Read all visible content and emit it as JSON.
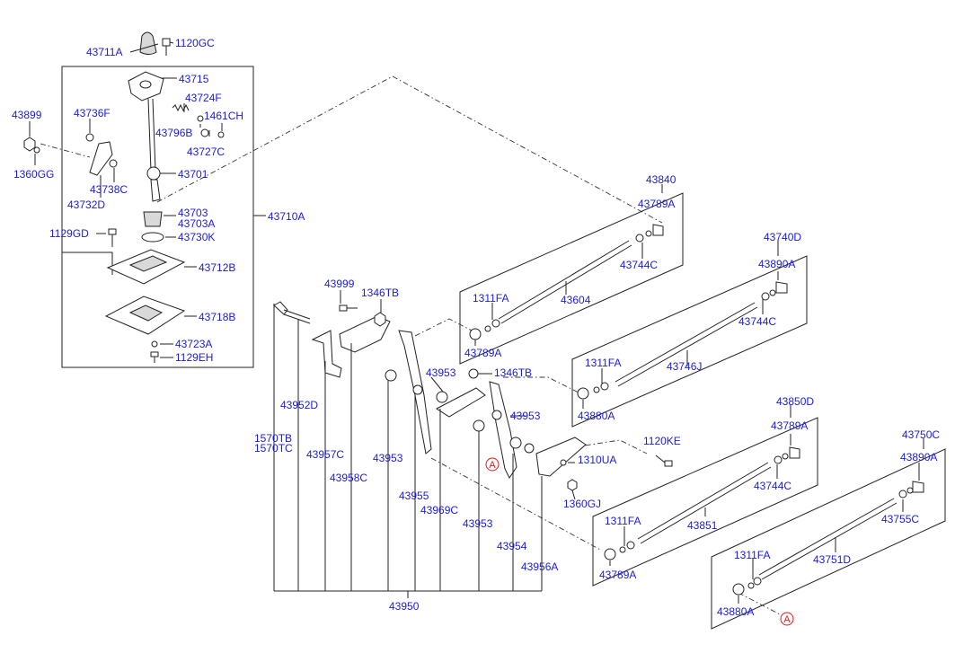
{
  "labels": {
    "p43711A": "43711A",
    "p1120GC": "1120GC",
    "p43715": "43715",
    "p43724F": "43724F",
    "p43899": "43899",
    "p43736F": "43736F",
    "p1461CH": "1461CH",
    "p43796B": "43796B",
    "p43727C": "43727C",
    "p1360GG": "1360GG",
    "p43701": "43701",
    "p43738C": "43738C",
    "p43732D": "43732D",
    "p43703": "43703",
    "p43703A": "43703A",
    "p43710A": "43710A",
    "p1129GD": "1129GD",
    "p43730K": "43730K",
    "p43712B": "43712B",
    "p43718B": "43718B",
    "p43723A": "43723A",
    "p1129EH": "1129EH",
    "p43840": "43840",
    "p43789A_1": "43789A",
    "p43744C_1": "43744C",
    "p1311FA_1": "1311FA",
    "p43604": "43604",
    "p43789A_2": "43789A",
    "p43740D": "43740D",
    "p43890A_1": "43890A",
    "p43744C_2": "43744C",
    "p1311FA_2": "1311FA",
    "p43746J": "43746J",
    "p43880A_1": "43880A",
    "p43999": "43999",
    "p1346TB_1": "1346TB",
    "p43953_1": "43953",
    "p1346TB_2": "1346TB",
    "p43953_2": "43953",
    "p43952D": "43952D",
    "p1570TB": "1570TB",
    "p1570TC": "1570TC",
    "p43957C": "43957C",
    "p43953_3": "43953",
    "p43958C": "43958C",
    "p43955": "43955",
    "p43969C": "43969C",
    "p43953_4": "43953",
    "p43954": "43954",
    "p43956A": "43956A",
    "p43950": "43950",
    "p1120KE": "1120KE",
    "p1310UA": "1310UA",
    "p1360GJ": "1360GJ",
    "p43850D": "43850D",
    "p43789A_3": "43789A",
    "p43744C_3": "43744C",
    "p1311FA_3": "1311FA",
    "p43851": "43851",
    "p43789A_4": "43789A",
    "p43750C": "43750C",
    "p43890A_2": "43890A",
    "p43755C": "43755C",
    "p1311FA_4": "1311FA",
    "p43751D": "43751D",
    "p43880A_2": "43880A",
    "refA_1": "A",
    "refA_2": "A"
  },
  "colors": {
    "label": "#1a1ae6",
    "reference": "#e01818",
    "line": "#222222"
  }
}
